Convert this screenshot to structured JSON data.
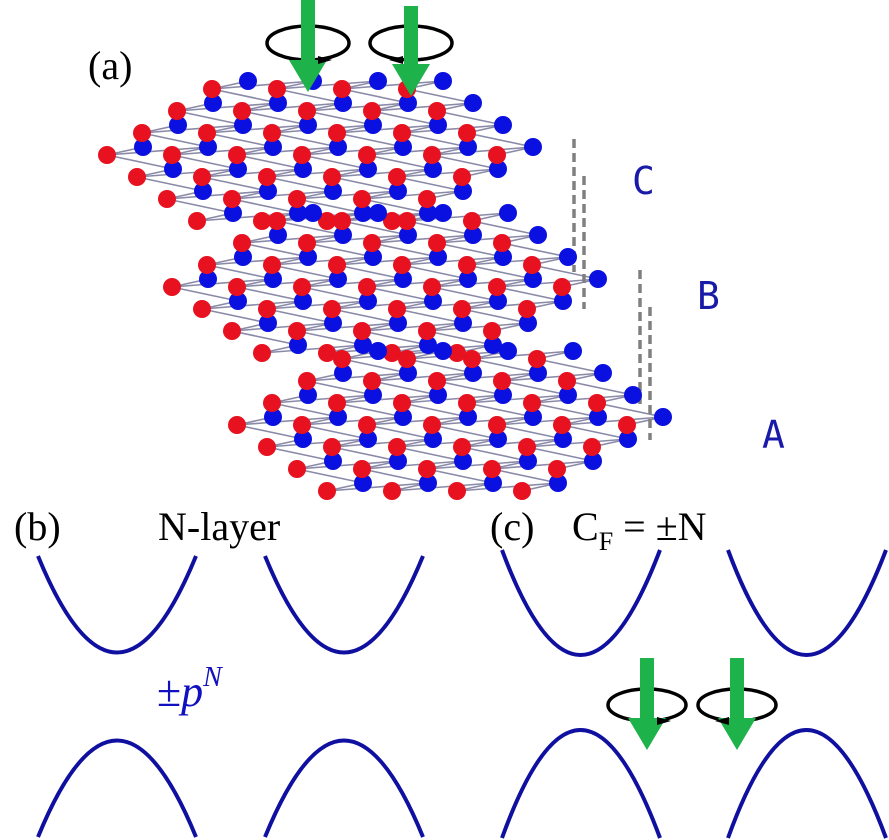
{
  "panels": {
    "a": {
      "label": "(a)",
      "layers": [
        "C",
        "B",
        "A"
      ]
    },
    "b": {
      "label": "(b)",
      "title": "N-layer",
      "annotation_sign": "±",
      "annotation_base": "p",
      "annotation_exp": "N"
    },
    "c": {
      "label": "(c)",
      "title_main": "C",
      "title_sub": "F",
      "title_rest": " = ±N"
    }
  },
  "colors": {
    "atom_red": "#e8111f",
    "atom_blue": "#0a10e0",
    "bond": "#8a8aa8",
    "band": "#1010a0",
    "arrow": "#1db24a",
    "dash": "#808080",
    "layer_label": "#1a1aa8"
  }
}
